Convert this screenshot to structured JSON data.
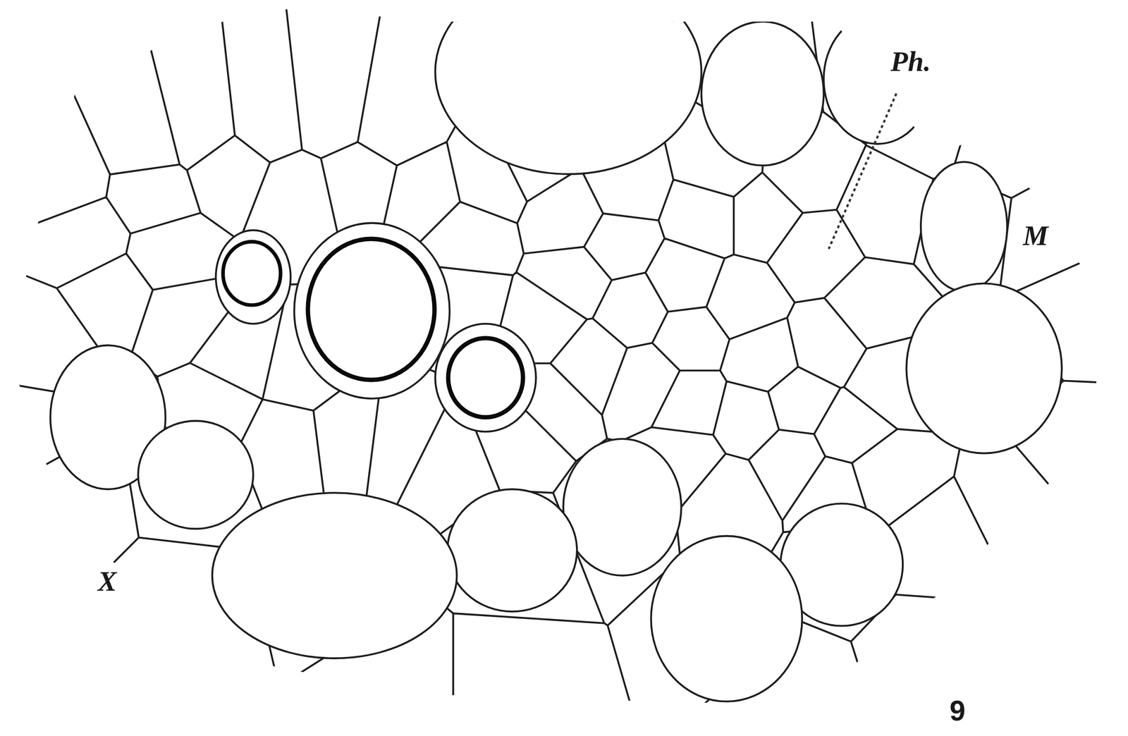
{
  "diagram": {
    "labels": [
      "Ph.",
      "M",
      "X",
      "9"
    ]
  }
}
